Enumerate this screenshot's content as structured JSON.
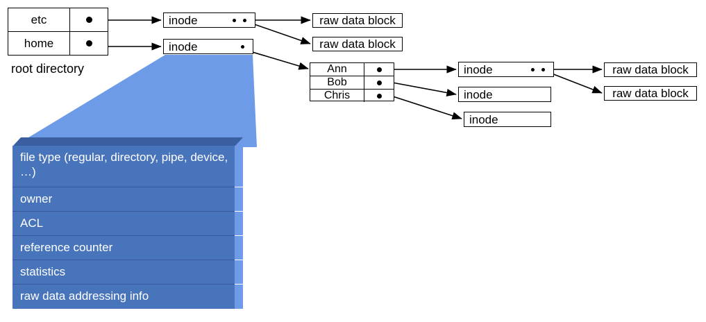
{
  "diagram": {
    "title": "unix-inode-filesystem-diagram",
    "colors": {
      "blue_face": "#4874bb",
      "blue_side": "#6e9be8",
      "blue_top": "#3a5fa0",
      "wedge": "#6e9be8",
      "line": "#000000",
      "box_bg": "#ffffff"
    },
    "root_directory": {
      "caption": "root directory",
      "entries": [
        {
          "name": "etc",
          "pointer": "●"
        },
        {
          "name": "home",
          "pointer": "●"
        }
      ]
    },
    "home_directory": {
      "entries": [
        {
          "name": "Ann",
          "pointer": "●"
        },
        {
          "name": "Bob",
          "pointer": "●"
        },
        {
          "name": "Chris",
          "pointer": "●"
        }
      ]
    },
    "inodes": [
      {
        "id": "inode-etc",
        "label": "inode",
        "pointer_count": 2
      },
      {
        "id": "inode-home",
        "label": "inode",
        "pointer_count": 1
      },
      {
        "id": "inode-ann",
        "label": "inode",
        "pointer_count": 2
      },
      {
        "id": "inode-bob",
        "label": "inode",
        "pointer_count": 0
      },
      {
        "id": "inode-chris",
        "label": "inode",
        "pointer_count": 0
      }
    ],
    "raw_data_blocks": [
      {
        "id": "rdb-etc-1",
        "label": "raw data block"
      },
      {
        "id": "rdb-etc-2",
        "label": "raw data block"
      },
      {
        "id": "rdb-ann-1",
        "label": "raw data block"
      },
      {
        "id": "rdb-ann-2",
        "label": "raw data block"
      }
    ],
    "inode_detail": {
      "fields": [
        "file type (regular, directory, pipe, device, …)",
        "owner",
        "ACL",
        "reference counter",
        "statistics",
        "raw data addressing info"
      ]
    }
  }
}
